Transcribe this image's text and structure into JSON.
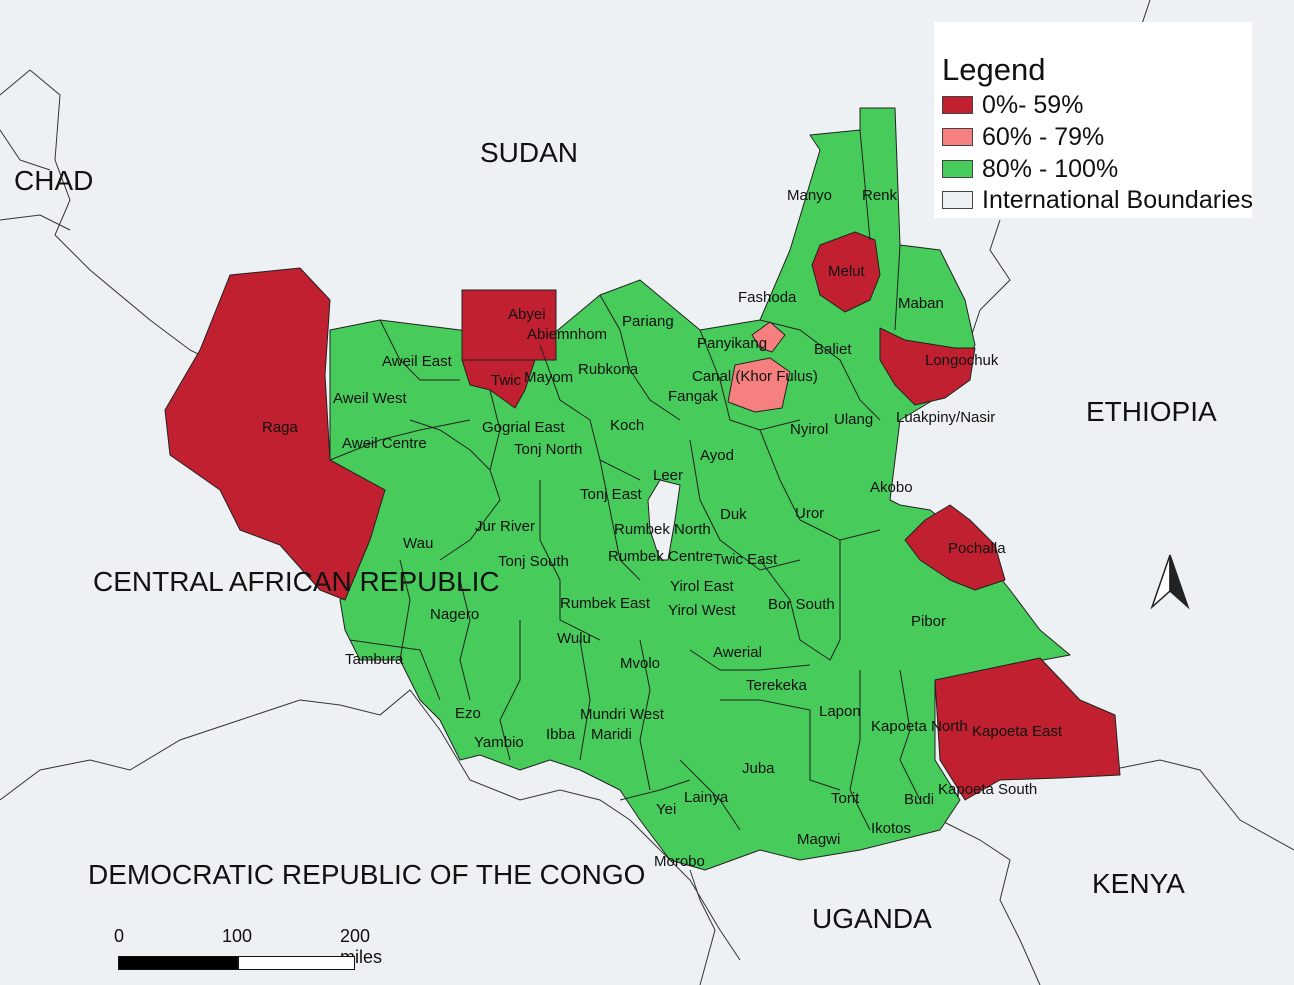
{
  "colors": {
    "band_low": "#c0202f",
    "band_mid": "#f68080",
    "band_high": "#47cc5b",
    "intl": "#eef1f3"
  },
  "countries": {
    "sudan": "SUDAN",
    "chad": "CHAD",
    "ethiopia": "ETHIOPIA",
    "car": "CENTRAL AFRICAN REPUBLIC",
    "drc": "DEMOCRATIC REPUBLIC OF THE CONGO",
    "kenya": "KENYA",
    "uganda": "UGANDA"
  },
  "legend": {
    "title": "Legend",
    "items": [
      {
        "label": "0%- 59%",
        "color": "#c0202f"
      },
      {
        "label": "60% - 79%",
        "color": "#f68080"
      },
      {
        "label": "80% - 100%",
        "color": "#47cc5b"
      },
      {
        "label": "International Boundaries",
        "color": "#eef1f3"
      }
    ]
  },
  "scale_bar": {
    "ticks": [
      "0",
      "100",
      "200 miles"
    ]
  },
  "counties": [
    {
      "name": "Manyo",
      "band": "80% - 100%"
    },
    {
      "name": "Renk",
      "band": "80% - 100%"
    },
    {
      "name": "Melut",
      "band": "0%- 59%"
    },
    {
      "name": "Maban",
      "band": "80% - 100%"
    },
    {
      "name": "Fashoda",
      "band": "80% - 100%"
    },
    {
      "name": "Longochuk",
      "band": "0%- 59%"
    },
    {
      "name": "Abyei",
      "band": "0%- 59%"
    },
    {
      "name": "Abiemnhom",
      "band": "80% - 100%"
    },
    {
      "name": "Pariang",
      "band": "80% - 100%"
    },
    {
      "name": "Panyikang",
      "band": "60% - 79%"
    },
    {
      "name": "Baliet",
      "band": "80% - 100%"
    },
    {
      "name": "Aweil East",
      "band": "80% - 100%"
    },
    {
      "name": "Twic",
      "band": "0%- 59%"
    },
    {
      "name": "Mayom",
      "band": "80% - 100%"
    },
    {
      "name": "Rubkona",
      "band": "80% - 100%"
    },
    {
      "name": "Canal (Khor Fulus)",
      "band": "60% - 79%"
    },
    {
      "name": "Fangak",
      "band": "80% - 100%"
    },
    {
      "name": "Raga",
      "band": "0%- 59%"
    },
    {
      "name": "Aweil West",
      "band": "80% - 100%"
    },
    {
      "name": "Aweil Centre",
      "band": "80% - 100%"
    },
    {
      "name": "Gogrial East",
      "band": "80% - 100%"
    },
    {
      "name": "Tonj North",
      "band": "80% - 100%"
    },
    {
      "name": "Koch",
      "band": "80% - 100%"
    },
    {
      "name": "Nyirol",
      "band": "80% - 100%"
    },
    {
      "name": "Ulang",
      "band": "80% - 100%"
    },
    {
      "name": "Luakpiny/Nasir",
      "band": "80% - 100%"
    },
    {
      "name": "Ayod",
      "band": "80% - 100%"
    },
    {
      "name": "Leer",
      "band": "80% - 100%"
    },
    {
      "name": "Tonj East",
      "band": "80% - 100%"
    },
    {
      "name": "Akobo",
      "band": "80% - 100%"
    },
    {
      "name": "Jur River",
      "band": "80% - 100%"
    },
    {
      "name": "Duk",
      "band": "80% - 100%"
    },
    {
      "name": "Uror",
      "band": "80% - 100%"
    },
    {
      "name": "Rumbek North",
      "band": "80% - 100%"
    },
    {
      "name": "Wau",
      "band": "80% - 100%"
    },
    {
      "name": "Pochalla",
      "band": "0%- 59%"
    },
    {
      "name": "Tonj South",
      "band": "80% - 100%"
    },
    {
      "name": "Rumbek Centre",
      "band": "80% - 100%"
    },
    {
      "name": "Twic East",
      "band": "80% - 100%"
    },
    {
      "name": "Yirol East",
      "band": "80% - 100%"
    },
    {
      "name": "Rumbek East",
      "band": "80% - 100%"
    },
    {
      "name": "Yirol West",
      "band": "80% - 100%"
    },
    {
      "name": "Bor South",
      "band": "80% - 100%"
    },
    {
      "name": "Nagero",
      "band": "80% - 100%"
    },
    {
      "name": "Pibor",
      "band": "80% - 100%"
    },
    {
      "name": "Wulu",
      "band": "80% - 100%"
    },
    {
      "name": "Awerial",
      "band": "80% - 100%"
    },
    {
      "name": "Tambura",
      "band": "80% - 100%"
    },
    {
      "name": "Mvolo",
      "band": "80% - 100%"
    },
    {
      "name": "Terekeka",
      "band": "80% - 100%"
    },
    {
      "name": "Lapon",
      "band": "80% - 100%"
    },
    {
      "name": "Ezo",
      "band": "80% - 100%"
    },
    {
      "name": "Mundri West",
      "band": "80% - 100%"
    },
    {
      "name": "Kapoeta North",
      "band": "80% - 100%"
    },
    {
      "name": "Kapoeta East",
      "band": "0%- 59%"
    },
    {
      "name": "Yambio",
      "band": "80% - 100%"
    },
    {
      "name": "Ibba",
      "band": "80% - 100%"
    },
    {
      "name": "Maridi",
      "band": "80% - 100%"
    },
    {
      "name": "Juba",
      "band": "80% - 100%"
    },
    {
      "name": "Kapoeta South",
      "band": "80% - 100%"
    },
    {
      "name": "Lainya",
      "band": "80% - 100%"
    },
    {
      "name": "Torit",
      "band": "80% - 100%"
    },
    {
      "name": "Budi",
      "band": "80% - 100%"
    },
    {
      "name": "Yei",
      "band": "80% - 100%"
    },
    {
      "name": "Ikotos",
      "band": "80% - 100%"
    },
    {
      "name": "Magwi",
      "band": "80% - 100%"
    },
    {
      "name": "Morobo",
      "band": "80% - 100%"
    }
  ]
}
